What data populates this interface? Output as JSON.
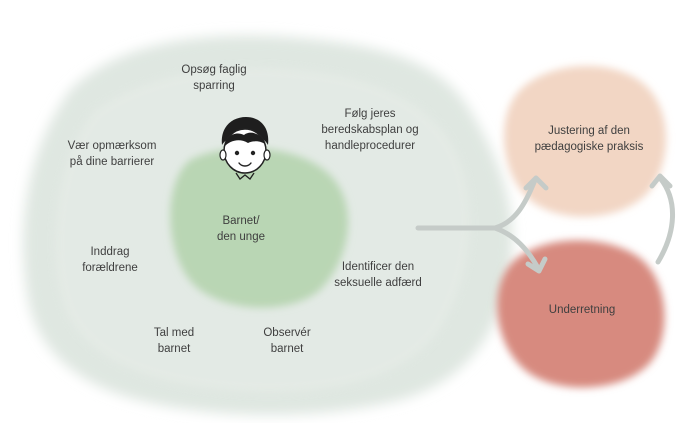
{
  "center": {
    "line1": "Barnet/",
    "line2": "den unge",
    "icon": "child-face-icon"
  },
  "actions": [
    {
      "id": "opsog",
      "line1": "Opsøg faglig",
      "line2": "sparring"
    },
    {
      "id": "folg",
      "line1": "Følg jeres",
      "line2": "beredskabsplan og",
      "line3": "handleprocedurer"
    },
    {
      "id": "vaer",
      "line1": "Vær opmærksom",
      "line2": "på dine barrierer"
    },
    {
      "id": "inddrag",
      "line1": "Inddrag",
      "line2": "forældrene"
    },
    {
      "id": "identificer",
      "line1": "Identificer den",
      "line2": "seksuelle adfærd"
    },
    {
      "id": "tal",
      "line1": "Tal med",
      "line2": "barnet"
    },
    {
      "id": "observer",
      "line1": "Observér",
      "line2": "barnet"
    }
  ],
  "outcomes": {
    "justering": {
      "line1": "Justering af den",
      "line2": "pædagogiske praksis"
    },
    "underretning": {
      "line1": "Underretning"
    }
  },
  "colors": {
    "outer_blob": "#dfe7e1",
    "inner_blob": "#b9d6b4",
    "peach_blob": "#f2d6c4",
    "red_blob": "#d78a7f",
    "arrow": "#c5cbc8"
  }
}
